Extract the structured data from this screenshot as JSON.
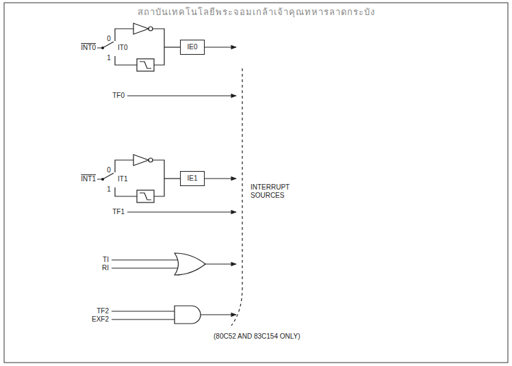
{
  "diagram": {
    "nodes": [
      {
        "text": [
          "IE0"
        ]
      },
      {
        "text": [
          "IE1"
        ]
      }
    ],
    "labels": [
      "INT0",
      "0",
      "IT0",
      "1",
      "TF0",
      "INT1",
      "0",
      "IT1",
      "1",
      "TF1",
      "TI",
      "RI",
      "TF2",
      "EXF2",
      "INTERRUPT SOURCES",
      "(80C52 AND 83C154 ONLY)",
      "สถาบันเทคโนโลยีพระจอมเกล้าเจ้าคุณทหารลาดกระบัง"
    ]
  }
}
